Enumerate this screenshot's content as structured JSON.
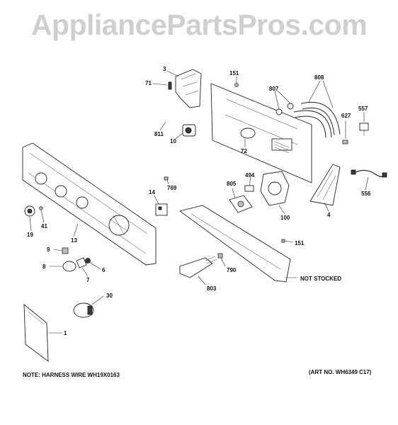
{
  "header": {
    "watermark": "AppliancePartsPros.com"
  },
  "callouts": [
    {
      "id": "3",
      "label": "3"
    },
    {
      "id": "71",
      "label": "71"
    },
    {
      "id": "151a",
      "label": "151"
    },
    {
      "id": "807",
      "label": "807"
    },
    {
      "id": "808",
      "label": "808"
    },
    {
      "id": "557",
      "label": "557"
    },
    {
      "id": "627",
      "label": "627"
    },
    {
      "id": "811",
      "label": "811"
    },
    {
      "id": "10",
      "label": "10"
    },
    {
      "id": "72",
      "label": "72"
    },
    {
      "id": "769",
      "label": "769"
    },
    {
      "id": "494",
      "label": "494"
    },
    {
      "id": "805",
      "label": "805"
    },
    {
      "id": "556",
      "label": "556"
    },
    {
      "id": "14",
      "label": "14"
    },
    {
      "id": "4",
      "label": "4"
    },
    {
      "id": "100",
      "label": "100"
    },
    {
      "id": "19",
      "label": "19"
    },
    {
      "id": "41",
      "label": "41"
    },
    {
      "id": "13",
      "label": "13"
    },
    {
      "id": "151b",
      "label": "151"
    },
    {
      "id": "9",
      "label": "9"
    },
    {
      "id": "8",
      "label": "8"
    },
    {
      "id": "6",
      "label": "6"
    },
    {
      "id": "7",
      "label": "7"
    },
    {
      "id": "790",
      "label": "790"
    },
    {
      "id": "803",
      "label": "803"
    },
    {
      "id": "30",
      "label": "30"
    },
    {
      "id": "1",
      "label": "1"
    }
  ],
  "labels": {
    "not_stocked": "NOT STOCKED",
    "note": "NOTE: HARNESS WIRE WH19X0163",
    "art_no": "(ART NO. WH6349 C17)"
  }
}
